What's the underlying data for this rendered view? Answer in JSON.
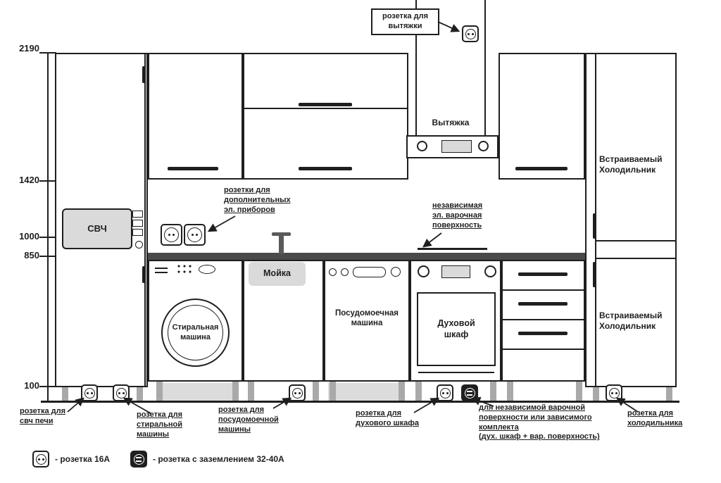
{
  "colors": {
    "line": "#1f1f1f",
    "gray_fill": "#dadada",
    "counter_fill": "#4a4a4a"
  },
  "dims": {
    "h2190": "2190",
    "h1420": "1420",
    "h1000": "1000",
    "h850": "850",
    "h100": "100"
  },
  "appliances": {
    "hood": "Вытяжка",
    "microwave": "СВЧ",
    "sink": "Мойка",
    "washer": "Стиральная\nмашина",
    "dishwasher": "Посудомоечная\nмашина",
    "oven": "Духовой\nшкаф",
    "fridge_upper": "Встраиваемый\nХолодильник",
    "fridge_lower": "Встраиваемый\nХолодильник"
  },
  "annotations": {
    "hood_socket": "розетка для\nвытяжки",
    "extra_sockets": "розетки для\nдополнительных\nэл. приборов",
    "cooktop": "независимая\nэл. варочная\nповерхность",
    "socket_microwave": "розетка для\nсвч печи",
    "socket_washer": "розетка для\nстиральной\nмашины",
    "socket_dishwasher": "розетка для\nпосудомоечной\nмашины",
    "socket_oven": "розетка для\nдухового шкафа",
    "socket_cooktop": "для независимой варочной\nповерхности или зависимого\nкомплекта\n(дух. шкаф + вар. поверхность)",
    "socket_fridge": "розетка для\nхолодильника"
  },
  "legend": {
    "socket_16a": "- розетка 16А",
    "socket_ground": "- розетка с заземлением 32-40А"
  }
}
